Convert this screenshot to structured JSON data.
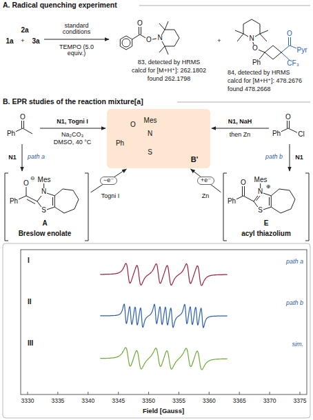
{
  "diagram": {
    "nodes": [
      {
        "text": [
          "O",
          "Ph"
        ]
      },
      {
        "text": [
          "O",
          "Ph",
          "Mes",
          "N",
          "S",
          "B'"
        ]
      },
      {
        "text": [
          "O",
          "Ph",
          "Cl"
        ]
      },
      {
        "text": [
          "O",
          "⊖",
          "Ph",
          "Mes",
          "N",
          "S",
          "A",
          "Breslow enolate"
        ]
      },
      {
        "text": [
          "O",
          "Ph",
          "Mes",
          "N",
          "⊕",
          "S",
          "E",
          "acyl thiazolium"
        ]
      }
    ],
    "edges": [
      {
        "from": 0,
        "to": 1,
        "arrow": "to"
      },
      {
        "from": 2,
        "to": 1,
        "arrow": "to"
      },
      {
        "from": 0,
        "to": 3,
        "arrow": "to",
        "label": "N1"
      },
      {
        "from": 2,
        "to": 4,
        "arrow": "to",
        "label": "N1"
      },
      {
        "from": 3,
        "to": 1,
        "arrow": "to",
        "label": "−e⁻"
      },
      {
        "from": 4,
        "to": 1,
        "arrow": "to",
        "label": "+e⁻"
      }
    ],
    "labels": [
      "A. Radical quenching experiment",
      "2a",
      "1a",
      "+",
      "3a",
      "standard conditions",
      "TEMPO (5.0 equiv.)",
      "O",
      "O",
      "N",
      "83, detected by HRMS",
      "calcd for [M+H⁺]: 262.1802",
      "found 262.1798",
      "+",
      "N",
      "O",
      "Ph",
      "O",
      "Pyr",
      "CF₃",
      "84, detected by HRMS",
      "calcd for [M+H⁺]: 478.2676",
      "found 478.2668",
      "B. EPR studies of the reaction mixture[a]",
      "N1, Togni I",
      "Na₂CO₃",
      "DMSO, 40 °C",
      "N1, NaH",
      "then Zn",
      "path a",
      "path b",
      "Togni I",
      "Zn",
      "I",
      "path a",
      "II",
      "path b",
      "III",
      "sim.",
      "3330",
      "3335",
      "3340",
      "3345",
      "3350",
      "3355",
      "3360",
      "3365",
      "3370",
      "3375",
      "Field [Gauss]"
    ]
  }
}
